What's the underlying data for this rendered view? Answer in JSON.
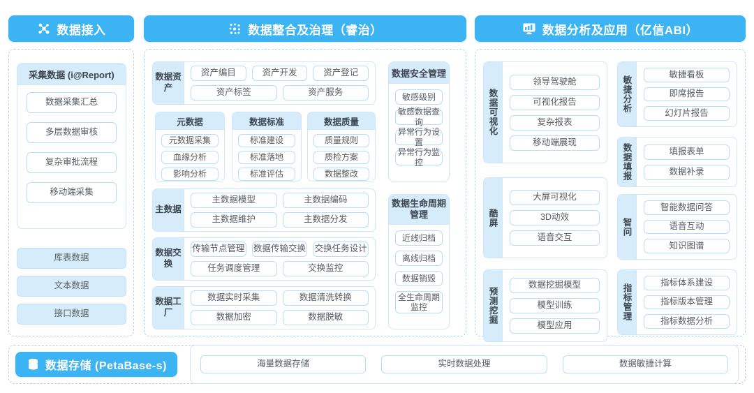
{
  "theme": {
    "accent": "#3cb3f3",
    "fill_light": "#d6ecfb",
    "border_light": "#b6defa",
    "text": "#555b61"
  },
  "headers": {
    "ingest": {
      "label": "数据接入",
      "icon": "nodes-network-icon"
    },
    "govern": {
      "label": "数据整合及治理（睿治）",
      "icon": "data-dots-icon"
    },
    "analyze": {
      "label": "数据分析及应用（亿信ABI）",
      "icon": "monitor-chart-icon"
    },
    "storage": {
      "label": "数据存储 (PetaBase-s)",
      "icon": "database-stack-icon"
    }
  },
  "ingest": {
    "collect_card": {
      "title": "采集数据 (i@Report)",
      "items": [
        "数据采集汇总",
        "多层数据审核",
        "复杂审批流程",
        "移动端采集"
      ]
    },
    "sources": [
      "库表数据",
      "文本数据",
      "接口数据"
    ]
  },
  "govern": {
    "asset": {
      "label": "数据资产",
      "rows": [
        [
          "资产编目",
          "资产开发",
          "资产登记"
        ],
        [
          "资产标签",
          "资产服务"
        ]
      ]
    },
    "metadata": {
      "title": "元数据",
      "items": [
        "元数据采集",
        "血缘分析",
        "影响分析"
      ]
    },
    "standard": {
      "title": "数据标准",
      "items": [
        "标准建设",
        "标准落地",
        "标准评估"
      ]
    },
    "quality": {
      "title": "数据质量",
      "items": [
        "质量规则",
        "质检方案",
        "数据整改"
      ]
    },
    "master": {
      "label": "主数据",
      "rows": [
        [
          "主数据模型",
          "主数据编码"
        ],
        [
          "主数据维护",
          "主数据分发"
        ]
      ]
    },
    "exchange": {
      "label": "数据交换",
      "rows": [
        [
          "传输节点管理",
          "数据传输交换",
          "交换任务设计"
        ],
        [
          "任务调度管理",
          "交换监控"
        ]
      ]
    },
    "factory": {
      "label": "数据工厂",
      "rows": [
        [
          "数据实时采集",
          "数据清洗转换"
        ],
        [
          "数据加密",
          "数据脱敏"
        ]
      ]
    },
    "security": {
      "title": "数据安全管理",
      "items": [
        "敏感级别",
        "敏感数据查询",
        "异常行为设置",
        "异常行为监控"
      ]
    },
    "lifecycle": {
      "title": "数据生命周期管理",
      "items": [
        "近线归档",
        "离线归档",
        "数据销毁",
        "全生命周期监控"
      ]
    }
  },
  "analyze": {
    "visual": {
      "label": "数据可视化",
      "items": [
        "领导驾驶舱",
        "可视化报告",
        "复杂报表",
        "移动端展现"
      ]
    },
    "coolscreen": {
      "label": "酷屏",
      "items": [
        "大屏可视化",
        "3D动效",
        "语音交互"
      ]
    },
    "predict": {
      "label": "预测挖掘",
      "items": [
        "数据挖掘模型",
        "模型训练",
        "模型应用"
      ]
    },
    "agile": {
      "label": "敏捷分析",
      "items": [
        "敏捷看板",
        "即席报告",
        "幻灯片报告"
      ]
    },
    "fillin": {
      "label": "数据填报",
      "items": [
        "填报表单",
        "数据补录"
      ]
    },
    "ask": {
      "label": "智问",
      "items": [
        "智能数据问答",
        "语音互动",
        "知识图谱"
      ]
    },
    "indicator": {
      "label": "指标管理",
      "items": [
        "指标体系建设",
        "指标版本管理",
        "指标数据分析"
      ]
    }
  },
  "storage": {
    "items": [
      "海量数据存储",
      "实时数据处理",
      "数据敏捷计算"
    ]
  }
}
